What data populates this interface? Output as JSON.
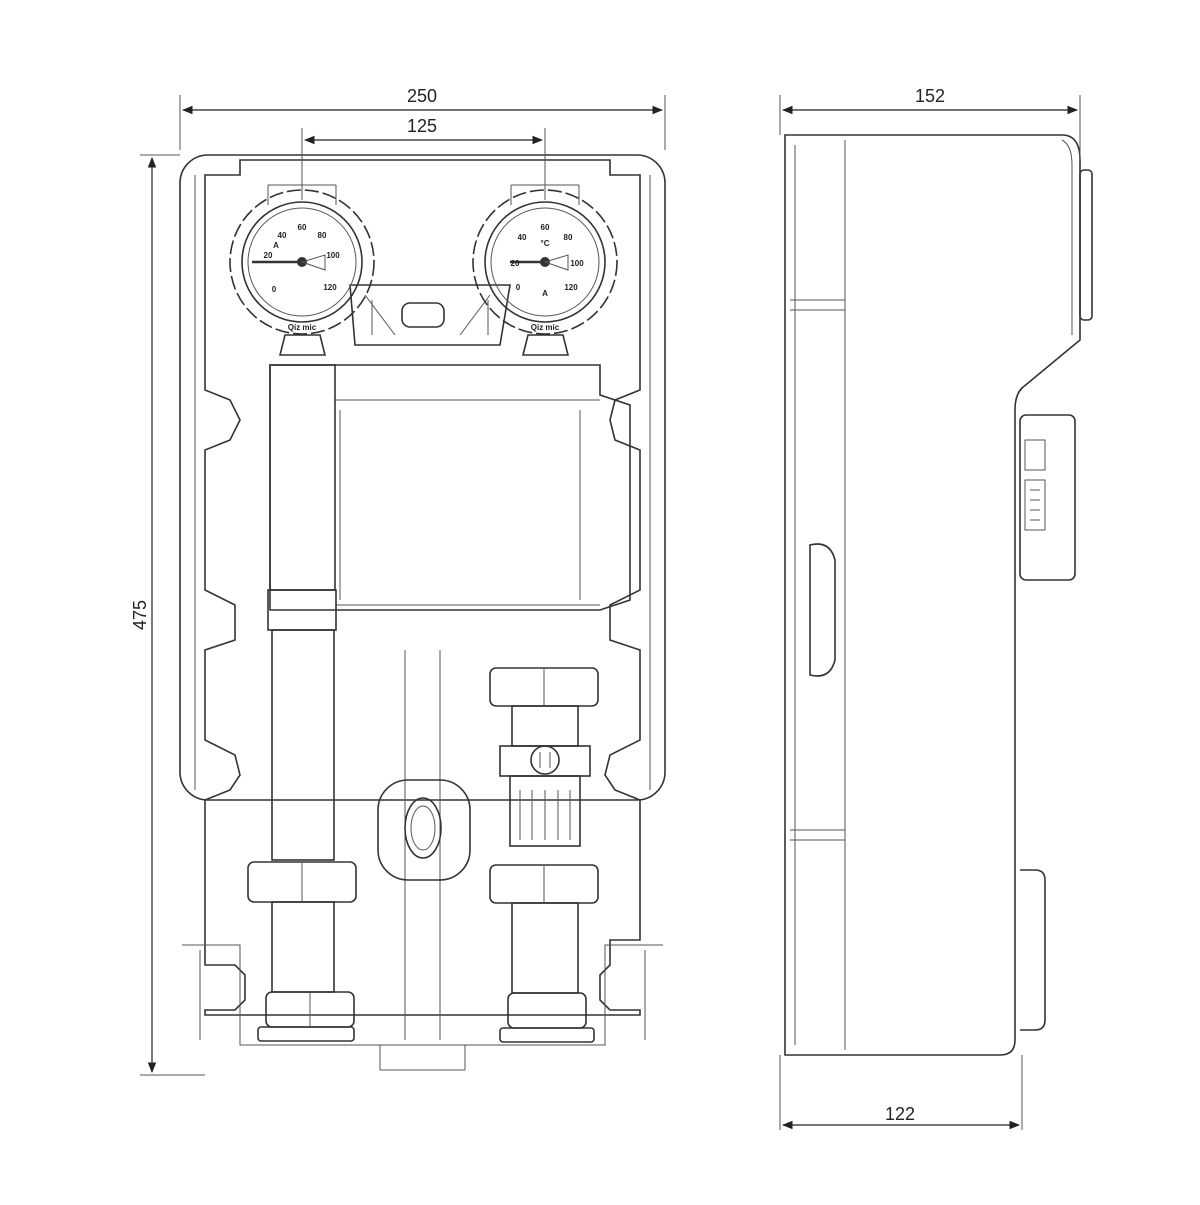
{
  "dimensions": {
    "width_total": "250",
    "center_spacing": "125",
    "height_total": "475",
    "depth_total": "152",
    "depth_base": "122"
  },
  "gauges": {
    "left": {
      "scale": [
        "0",
        "20",
        "40",
        "60",
        "80",
        "100",
        "120"
      ],
      "marker": "A",
      "footer": "Qiz mic"
    },
    "right": {
      "scale": [
        "0",
        "20",
        "40",
        "60",
        "80",
        "100",
        "120"
      ],
      "unit": "°C",
      "marker": "A",
      "footer": "Qiz mic"
    }
  }
}
